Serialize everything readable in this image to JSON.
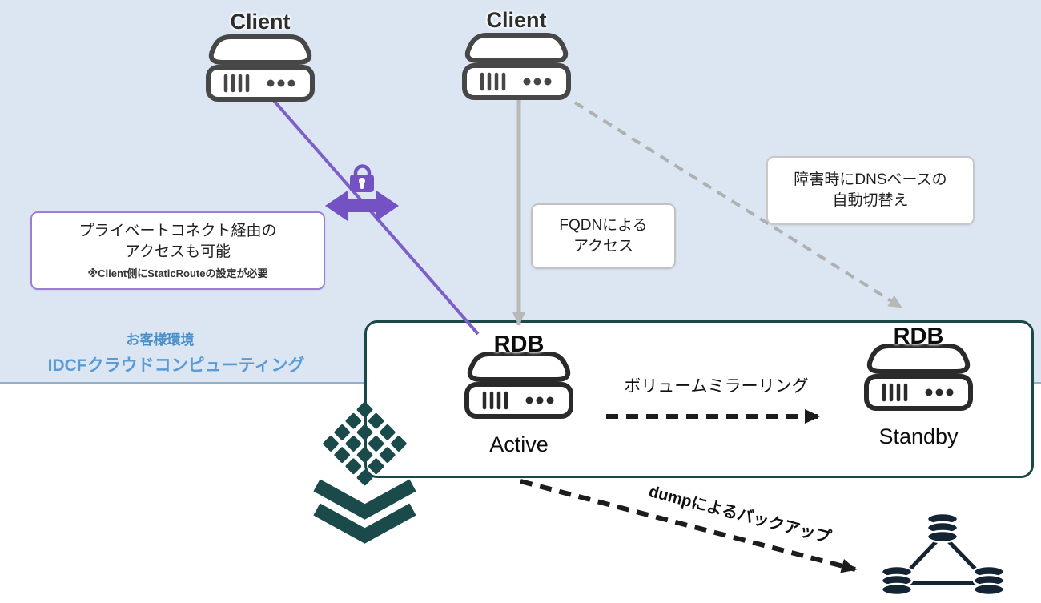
{
  "clients": {
    "client1_label": "Client",
    "client2_label": "Client"
  },
  "callouts": {
    "private_connect": {
      "line1": "プライベートコネクト経由の",
      "line2": "アクセスも可能",
      "note": "※Client側にStaticRouteの設定が必要"
    },
    "fqdn": {
      "line1": "FQDNによる",
      "line2": "アクセス"
    },
    "dns_failover": {
      "line1": "障害時にDNSベースの",
      "line2": "自動切替え"
    }
  },
  "zones": {
    "customer_label": "お客様環境",
    "provider_label": "IDCFクラウドコンピューティング"
  },
  "servers": {
    "active_title": "RDB",
    "active_state": "Active",
    "standby_title": "RDB",
    "standby_state": "Standby"
  },
  "flows": {
    "mirroring_label": "ボリュームミラーリング",
    "dump_backup_label": "dumpによるバックアップ"
  },
  "colors": {
    "zone_background": "#dbe6f2",
    "accent_purple": "#7452c4",
    "box_border_teal": "#1b4949",
    "zone_text_blue": "#5b9bd5",
    "arrow_gray": "#b8b8b8",
    "arrow_black": "#1c1c1c"
  }
}
